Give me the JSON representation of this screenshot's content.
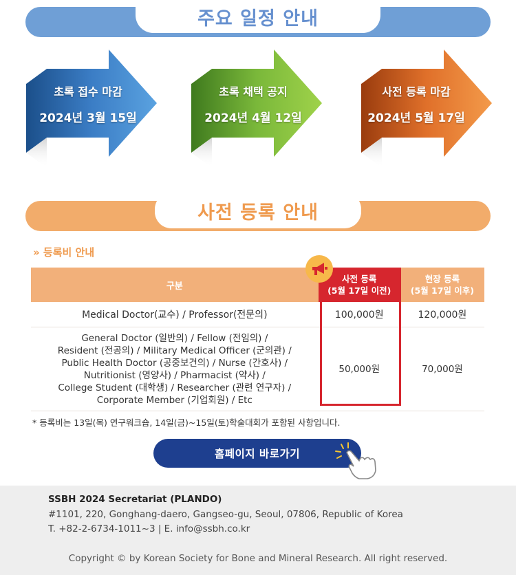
{
  "schedule": {
    "title": "주요 일정 안내",
    "items": [
      {
        "label": "초록 접수 마감",
        "date": "2024년 3월 15일",
        "color": "#3b7dc5"
      },
      {
        "label": "초록 채택 공지",
        "date": "2024년 4월 12일",
        "color": "#8cc63f"
      },
      {
        "label": "사전 등록 마감",
        "date": "2024년 5월 17일",
        "color": "#ef7f32"
      }
    ]
  },
  "registration": {
    "title": "사전 등록 안내",
    "subhead": "» 등록비 안내",
    "table": {
      "headers": {
        "category": "구분",
        "pre_line1": "사전 등록",
        "pre_line2": "(5월 17일 이전)",
        "onsite_line1": "현장 등록",
        "onsite_line2": "(5월 17일 이후)"
      },
      "rows": [
        {
          "lines": [
            "Medical Doctor(교수) / Professor(전문의)"
          ],
          "pre": "100,000원",
          "onsite": "120,000원"
        },
        {
          "lines": [
            "General Doctor (일반의) / Fellow (전임의) /",
            "Resident (전공의) / Military Medical Officer (군의관) /",
            "Public Health Doctor (공중보건의) / Nurse (간호사) /",
            "Nutritionist (영양사) / Pharmacist (약사) /",
            "College Student (대학생) / Researcher (관련 연구자) /",
            "Corporate Member (기업회원) / Etc"
          ],
          "pre": "50,000원",
          "onsite": "70,000원"
        }
      ]
    },
    "note": "* 등록비는 13일(목) 연구워크숍, 14일(금)~15일(토)학술대회가 포함된 사항입니다.",
    "homepage_button": "홈페이지 바로가기"
  },
  "footer": {
    "org": "SSBH 2024 Secretariat (PLANDO)",
    "address": "#1101, 220, Gonghang-daero, Gangseo-gu, Seoul, 07806, Republic of Korea",
    "contact": "T. +82-2-6734-1011~3 | E. info@ssbh.co.kr",
    "copyright": "Copyright © by Korean Society for Bone and Mineral Research. All right reserved."
  }
}
